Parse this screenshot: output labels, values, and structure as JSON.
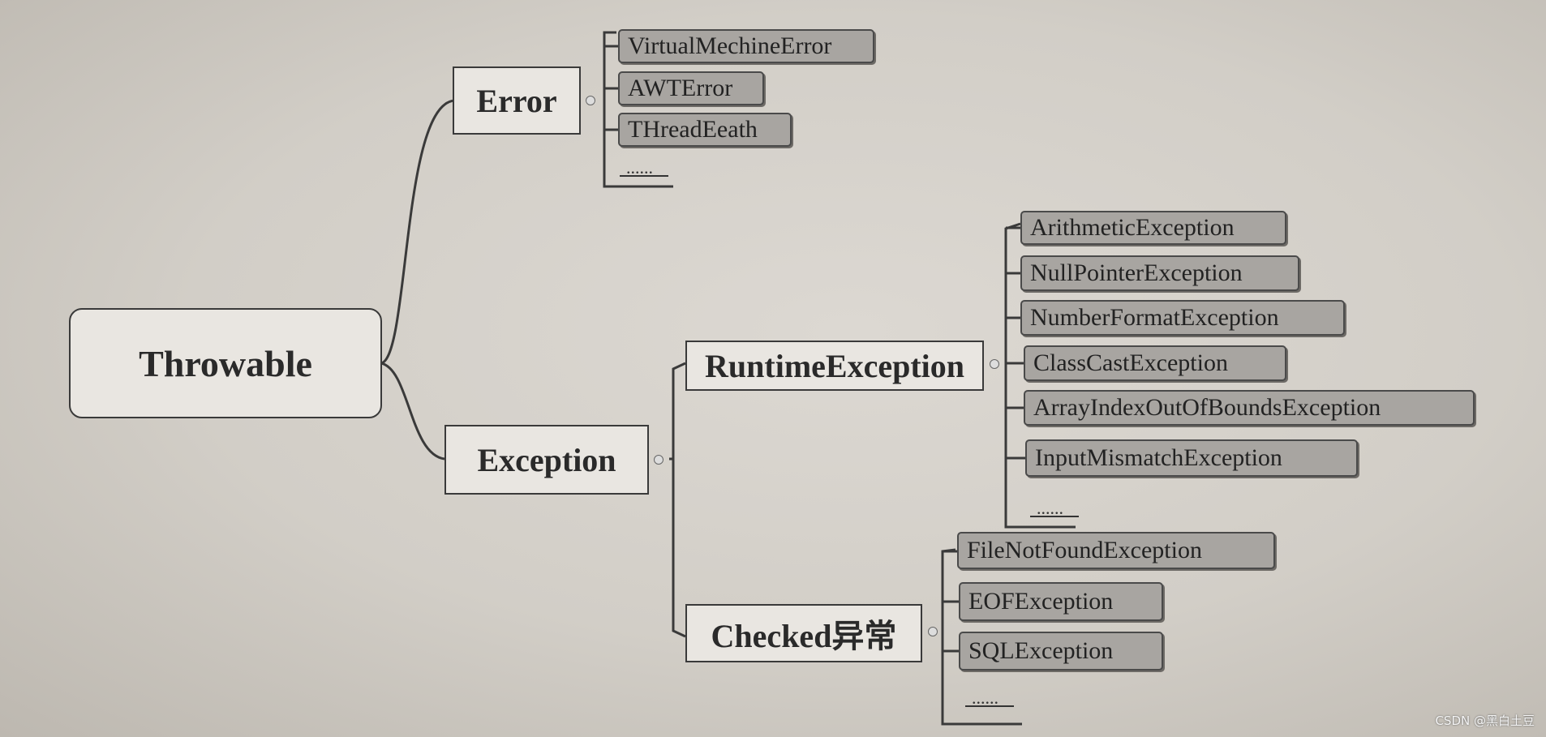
{
  "root": "Throwable",
  "error": {
    "label": "Error",
    "children": [
      "VirtualMechineError",
      "AWTError",
      "THreadEeath"
    ],
    "more": "......"
  },
  "exception": {
    "label": "Exception",
    "runtime": {
      "label": "RuntimeException",
      "children": [
        "ArithmeticException",
        "NullPointerException",
        "NumberFormatException",
        "ClassCastException",
        "ArrayIndexOutOfBoundsException",
        "InputMismatchException"
      ],
      "more": "......"
    },
    "checked": {
      "label": "Checked异常",
      "children": [
        "FileNotFoundException",
        "EOFException",
        "SQLException"
      ],
      "more": "......"
    }
  },
  "watermark": "CSDN @黑白土豆"
}
